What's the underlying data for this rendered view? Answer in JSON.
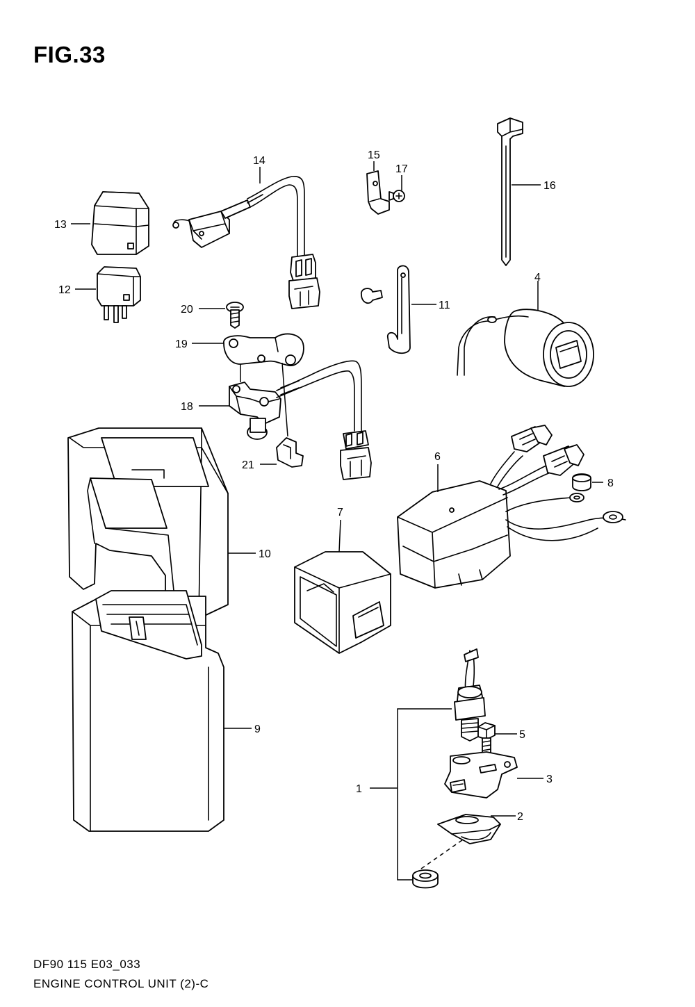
{
  "figure": {
    "title": "FIG.33",
    "code": "DF90 115 E03_033",
    "caption": "ENGINE CONTROL UNIT (2)-C"
  },
  "callouts": {
    "c1": "1",
    "c2": "2",
    "c3": "3",
    "c4": "4",
    "c5": "5",
    "c6": "6",
    "c7": "7",
    "c8": "8",
    "c9": "9",
    "c10": "10",
    "c11": "11",
    "c12": "12",
    "c13": "13",
    "c14": "14",
    "c15": "15",
    "c16": "16",
    "c17": "17",
    "c18": "18",
    "c19": "19",
    "c20": "20",
    "c21": "21"
  }
}
